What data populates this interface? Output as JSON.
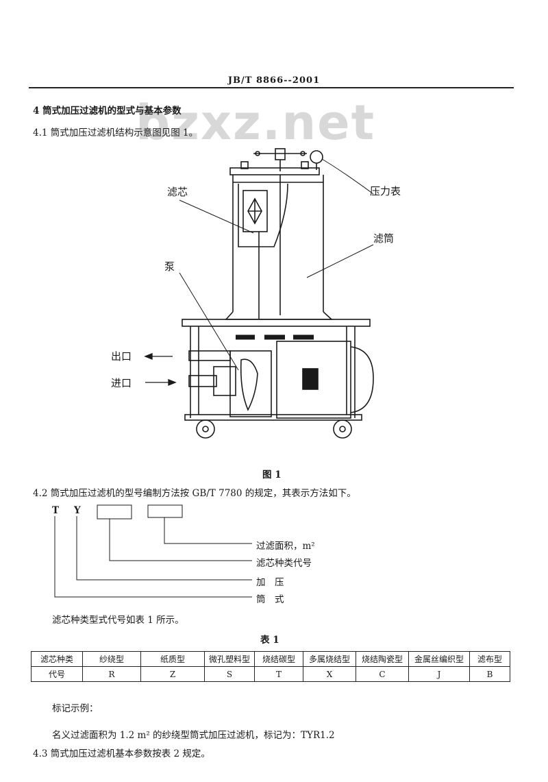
{
  "header": {
    "standard_code": "JB/T 8866--2001"
  },
  "watermark": "bzxz.net",
  "section4": {
    "title": "4  筒式加压过滤机的型式与基本参数"
  },
  "s41": {
    "text": "4.1  筒式加压过滤机结构示意图见图 1。"
  },
  "figure1": {
    "labels": {
      "filter_core": "滤芯",
      "pressure_gauge": "压力表",
      "filter_cylinder": "滤筒",
      "pump": "泵",
      "outlet": "出口",
      "inlet": "进口"
    },
    "caption": "图 1"
  },
  "s42": {
    "text": "4.2  筒式加压过滤机的型号编制方法按 GB/T 7780 的规定，其表示方法如下。"
  },
  "model_code": {
    "letters": [
      "T",
      "Y"
    ],
    "items": [
      "过滤面积，m²",
      "滤芯种类代号",
      "加　压",
      "筒　式"
    ]
  },
  "table_intro": "滤芯种类型式代号如表 1 所示。",
  "table1": {
    "caption": "表 1",
    "header": [
      "滤芯种类",
      "纱绕型",
      "纸质型",
      "微孔塑料型",
      "烧结碳型",
      "多属烧结型",
      "烧结陶瓷型",
      "金属丝编织型",
      "滤布型"
    ],
    "codes": [
      "代号",
      "R",
      "Z",
      "S",
      "T",
      "X",
      "C",
      "J",
      "B"
    ]
  },
  "marking": {
    "title": "标记示例：",
    "example": "名义过滤面积为 1.2 m² 的纱绕型筒式加压过滤机，标记为：TYR1.2"
  },
  "s43": {
    "text": "4.3  筒式加压过滤机基本参数按表 2 规定。"
  }
}
